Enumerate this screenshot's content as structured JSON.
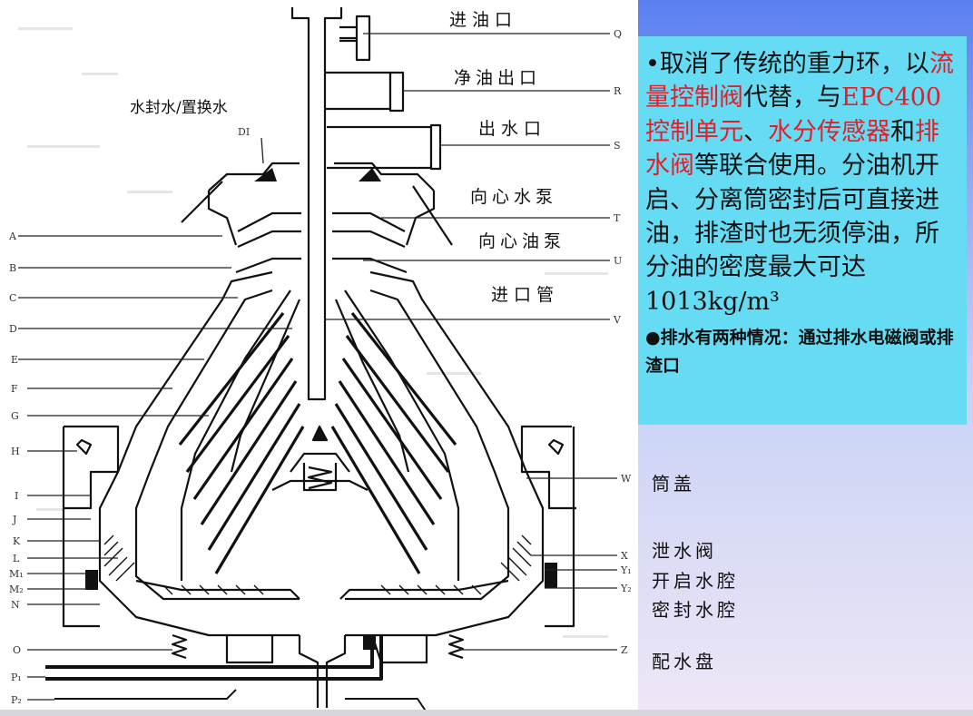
{
  "diagram": {
    "title_labels": {
      "inlet": "进油口",
      "clean_oil_outlet": "净油出口",
      "water_outlet": "出水口",
      "water_pump": "向心水泵",
      "oil_pump": "向心油泵",
      "inlet_pipe": "进口管",
      "seal_water": "水封水/置换水",
      "di": "DI"
    },
    "left_letters": [
      "A",
      "B",
      "C",
      "D",
      "E",
      "F",
      "G",
      "H",
      "I",
      "J",
      "K",
      "L",
      "M₁",
      "M₂",
      "N",
      "O",
      "P₁",
      "P₂"
    ],
    "right_letters": [
      "Q",
      "R",
      "S",
      "T",
      "U",
      "V",
      "W",
      "X",
      "Y₁",
      "Y₂",
      "Z"
    ]
  },
  "info": {
    "p1_a": "•取消了传统的重力环，以",
    "p1_b": "流量控制阀",
    "p1_c": "代替，与",
    "p1_d": "EPC400控制单元",
    "p1_e": "、",
    "p1_f": "水分传感器",
    "p1_g": "和",
    "p1_h": "排水阀",
    "p1_i": "等联合使用。分油机开启、分离筒密封后可直接进油，排渣时也无须停油，所分油的密度最大可达1013kg/m³",
    "note": "●排水有两种情况：通过排水电磁阀或排渣口"
  },
  "right_labels": {
    "bowl_cover": "筒盖",
    "drain_valve": "泄水阀",
    "opening_chamber": "开启水腔",
    "sealing_chamber": "密封水腔",
    "water_distributor": "配水盘"
  },
  "colors": {
    "accent_red": "#e0202a",
    "info_bg": "#66dcf4"
  }
}
